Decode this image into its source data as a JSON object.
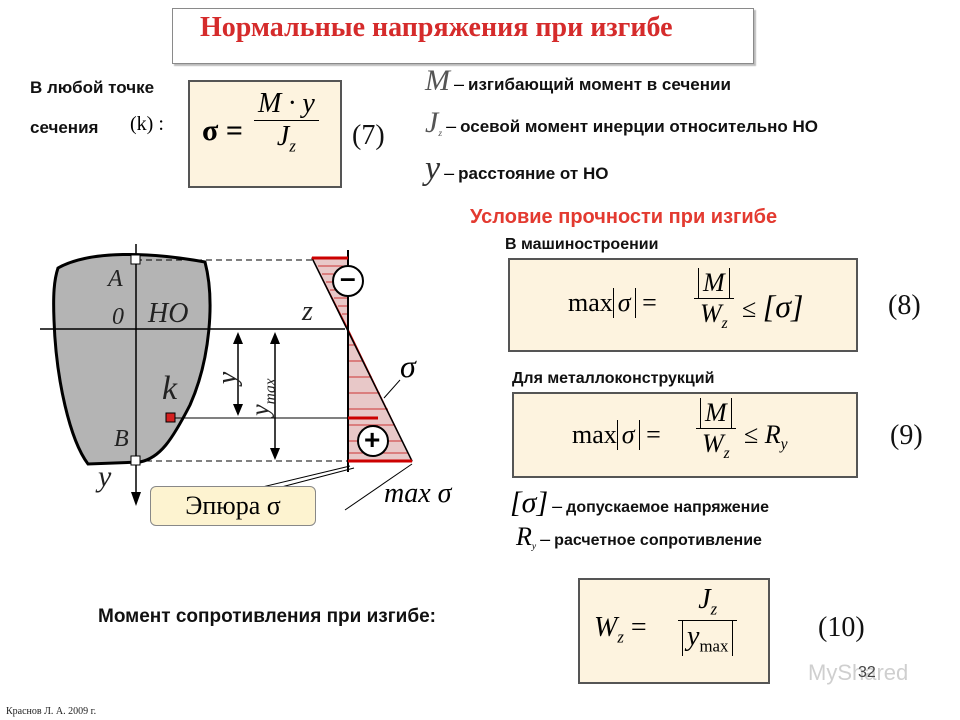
{
  "title": "Нормальные напряжения при изгибе",
  "intro": {
    "line1": "В любой точке",
    "line2": "сечения",
    "point": "(k) :"
  },
  "formula7": {
    "lhs": "σ =",
    "num": "M · y",
    "den_base": "J",
    "den_sub": "z",
    "number": "(7)"
  },
  "legend": [
    {
      "sym": "M",
      "sub": "",
      "dash": "–",
      "text": "изгибающий момент в сечении"
    },
    {
      "sym": "J",
      "sub": "z",
      "dash": "–",
      "text": "осевой   момент инерции относительно НО"
    },
    {
      "sym": "y",
      "sub": "",
      "dash": "–",
      "text": "расстояние от НО"
    }
  ],
  "strength": {
    "heading": "Условие прочности  при изгибе",
    "machine": {
      "label": "В  машиностроении",
      "max": "max",
      "sigma": "σ",
      "eq": "=",
      "num": "M",
      "den_base": "W",
      "den_sub": "z",
      "rel": "≤",
      "rhs": "[σ]",
      "number": "(8)"
    },
    "metal": {
      "label": "Для   металлоконструкций",
      "max": "max",
      "sigma": "σ",
      "eq": "=",
      "num": "M",
      "den_base": "W",
      "den_sub": "z",
      "rel": "≤",
      "rhs_base": "R",
      "rhs_sub": "y",
      "number": "(9)"
    }
  },
  "defs": [
    {
      "sym": "[σ]",
      "sub": "",
      "dash": "–",
      "text": "допускаемое   напряжение"
    },
    {
      "sym": "R",
      "sub": "y",
      "dash": "–",
      "text": "расчетное   сопротивление"
    }
  ],
  "moment": {
    "label": "Момент сопротивления  при изгибе:",
    "lhs_base": "W",
    "lhs_sub": "z",
    "eq": "=",
    "num_base": "J",
    "num_sub": "z",
    "den_base": "y",
    "den_sub": "max",
    "number": "(10)"
  },
  "diagram": {
    "A": "A",
    "zero": "0",
    "NO": "НО",
    "z": "z",
    "k": "k",
    "B": "B",
    "y_axis": "y",
    "y_dim": "y",
    "ymax_base": "y",
    "ymax_sub": "max",
    "minus": "–",
    "plus": "+",
    "sigma": "σ",
    "max_sigma": "max σ",
    "epure": "Эпюра σ"
  },
  "footer": {
    "author": "Краснов  Л. А.  2009 г.",
    "page": "32",
    "watermark": "MyShared"
  }
}
